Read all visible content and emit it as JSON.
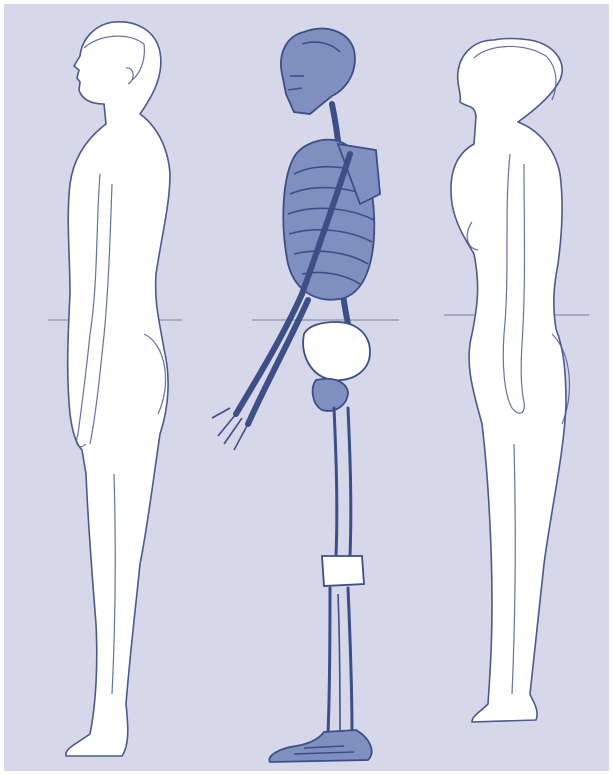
{
  "figure": {
    "background_color": "#d6d8ea",
    "outline_color": "#4a5a8c",
    "body_fill": "#ffffff",
    "bone_color": "#3c4f86",
    "figures": [
      {
        "id": "male",
        "icon": "male-body-profile-icon"
      },
      {
        "id": "skeleton",
        "icon": "skeleton-profile-icon"
      },
      {
        "id": "female",
        "icon": "female-body-profile-icon"
      }
    ],
    "reference_lines": 3
  }
}
